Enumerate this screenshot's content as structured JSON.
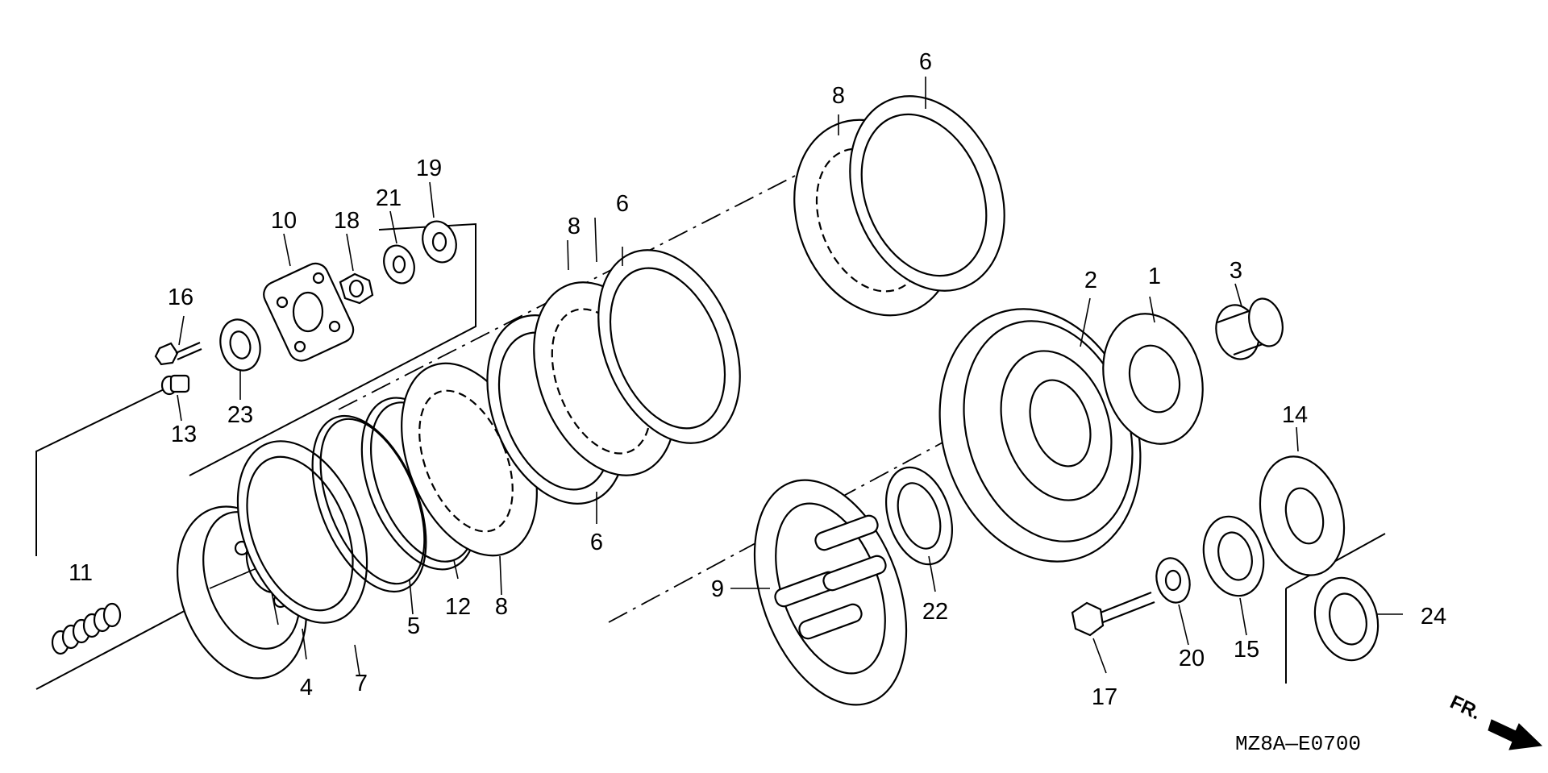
{
  "diagram": {
    "code": "MZ8A—E0700",
    "direction_label": "FR.",
    "parts": [
      {
        "id": "p1",
        "label": "1"
      },
      {
        "id": "p2",
        "label": "2"
      },
      {
        "id": "p3",
        "label": "3"
      },
      {
        "id": "p4",
        "label": "4"
      },
      {
        "id": "p5",
        "label": "5"
      },
      {
        "id": "p6a",
        "label": "6"
      },
      {
        "id": "p6b",
        "label": "6"
      },
      {
        "id": "p6c",
        "label": "6"
      },
      {
        "id": "p7",
        "label": "7"
      },
      {
        "id": "p8a",
        "label": "8"
      },
      {
        "id": "p8b",
        "label": "8"
      },
      {
        "id": "p8c",
        "label": "8"
      },
      {
        "id": "p9",
        "label": "9"
      },
      {
        "id": "p10",
        "label": "10"
      },
      {
        "id": "p11",
        "label": "11"
      },
      {
        "id": "p12",
        "label": "12"
      },
      {
        "id": "p13",
        "label": "13"
      },
      {
        "id": "p14",
        "label": "14"
      },
      {
        "id": "p15",
        "label": "15"
      },
      {
        "id": "p16",
        "label": "16"
      },
      {
        "id": "p17",
        "label": "17"
      },
      {
        "id": "p18",
        "label": "18"
      },
      {
        "id": "p19",
        "label": "19"
      },
      {
        "id": "p20",
        "label": "20"
      },
      {
        "id": "p21",
        "label": "21"
      },
      {
        "id": "p22",
        "label": "22"
      },
      {
        "id": "p23",
        "label": "23"
      },
      {
        "id": "p24",
        "label": "24"
      }
    ]
  }
}
